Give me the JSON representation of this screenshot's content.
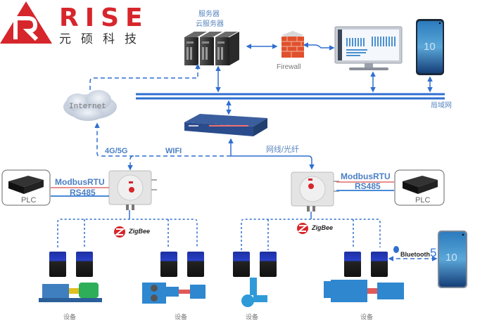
{
  "logo": {
    "brand": "RISE",
    "company_cn": "元硕科技",
    "brand_color": "#d6262c"
  },
  "nodes": {
    "servers": {
      "label_line1": "服务器",
      "label_line2": "云服务器",
      "icon": "server-rack-icon"
    },
    "firewall": {
      "label": "Firewall",
      "icon": "firewall-icon"
    },
    "monitor": {
      "icon": "monitor-dashboard-icon"
    },
    "phone_top": {
      "screen_text": "10",
      "icon": "smartphone-icon"
    },
    "internet": {
      "label": "Internet",
      "icon": "cloud-icon"
    },
    "router": {
      "icon": "router-icon"
    },
    "lan": {
      "label": "局域网"
    },
    "gateway_left": {
      "icon": "gateway-box-icon"
    },
    "gateway_right": {
      "icon": "gateway-box-icon"
    },
    "plc_left": {
      "label": "PLC",
      "icon": "plc-controller-icon"
    },
    "plc_right": {
      "label": "PLC",
      "icon": "plc-controller-icon"
    },
    "phone_bottom": {
      "screen_text": "10",
      "icon": "smartphone-icon"
    }
  },
  "links": {
    "cellular": "4G/5G",
    "wifi": "WIFI",
    "wired": "网线/光纤",
    "modbus_left": "ModbusRTU",
    "rs485_left": "RS485",
    "modbus_right": "ModbusRTU",
    "rs485_right": "RS485",
    "zigbee_left": "ZigBee",
    "zigbee_right": "ZigBee",
    "bluetooth": "Bluetooth",
    "bluetooth_version": "5"
  },
  "devices": [
    {
      "label": "设备",
      "type": "pump-motor-green"
    },
    {
      "label": "设备",
      "type": "gear-pump-blue"
    },
    {
      "label": "设备",
      "type": "vertical-pump"
    },
    {
      "label": "设备",
      "type": "centrifugal-pump"
    }
  ],
  "colors": {
    "link_blue": "#2f6fd0",
    "bus_blue": "#2f6fd0",
    "rs485_red": "#e06a6a",
    "rs485_blue": "#4a8ad8"
  }
}
